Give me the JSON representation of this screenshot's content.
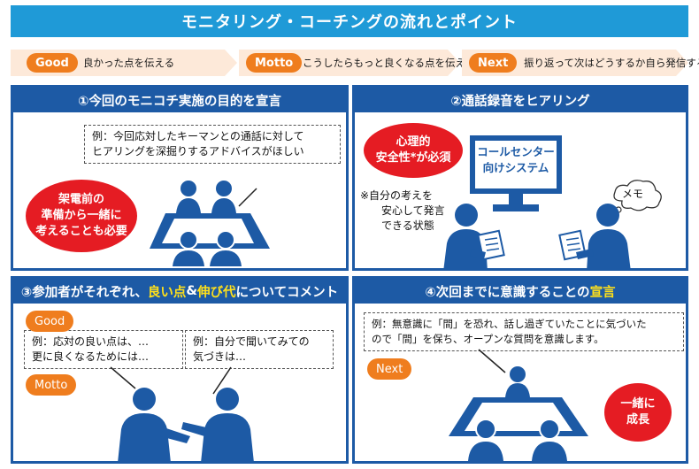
{
  "title": "モニタリング・コーチングの流れとポイント",
  "steps": [
    {
      "tag": "Good",
      "text": "良かった点を伝える"
    },
    {
      "tag": "Motto",
      "text": "こうしたらもっと良くなる点を伝える"
    },
    {
      "tag": "Next",
      "text": "振り返って次はどうするか自ら発信する"
    }
  ],
  "panel1": {
    "head": "①今回のモニコチ実施の目的を宣言",
    "bubble_line1": "例：今回応対したキーマンとの通話に対して",
    "bubble_line2": "ヒアリングを深掘りするアドバイスがほしい",
    "oval_line1": "架電前の",
    "oval_line2": "準備から一緒に",
    "oval_line3": "考えることも必要"
  },
  "panel2": {
    "head": "②通話録音をヒアリング",
    "oval_line1": "心理的",
    "oval_line2": "安全性*が必須",
    "monitor_line1": "コールセンター",
    "monitor_line2": "向けシステム",
    "note_line1": "※自分の考えを",
    "note_line2": "安心して発言",
    "note_line3": "できる状態",
    "memo": "メモ"
  },
  "panel3": {
    "head_a": "③参加者がそれぞれ、",
    "head_b": "良い点",
    "head_c": "&",
    "head_d": "伸び代",
    "head_e": "についてコメント",
    "tag_good": "Good",
    "tag_motto": "Motto",
    "bubble1_line1": "例：応対の良い点は、…",
    "bubble1_line2": "更に良くなるためには…",
    "bubble2_line1": "例：自分で聞いてみての",
    "bubble2_line2": "気づきは…"
  },
  "panel4": {
    "head_a": "④次回までに意識することの",
    "head_b": "宣言",
    "bubble_line1": "例：無意識に「間」を恐れ、話し過ぎていたことに気づいた",
    "bubble_line2": "ので「間」を保ち、オープンな質問を意識します。",
    "tag_next": "Next",
    "oval_line1": "一緒に",
    "oval_line2": "成長"
  },
  "colors": {
    "title_blue": "#1f9ad7",
    "panel_blue": "#1d5aa5",
    "orange": "#ef7d1e",
    "red": "#e51c23",
    "highlight": "#ffe01a"
  }
}
